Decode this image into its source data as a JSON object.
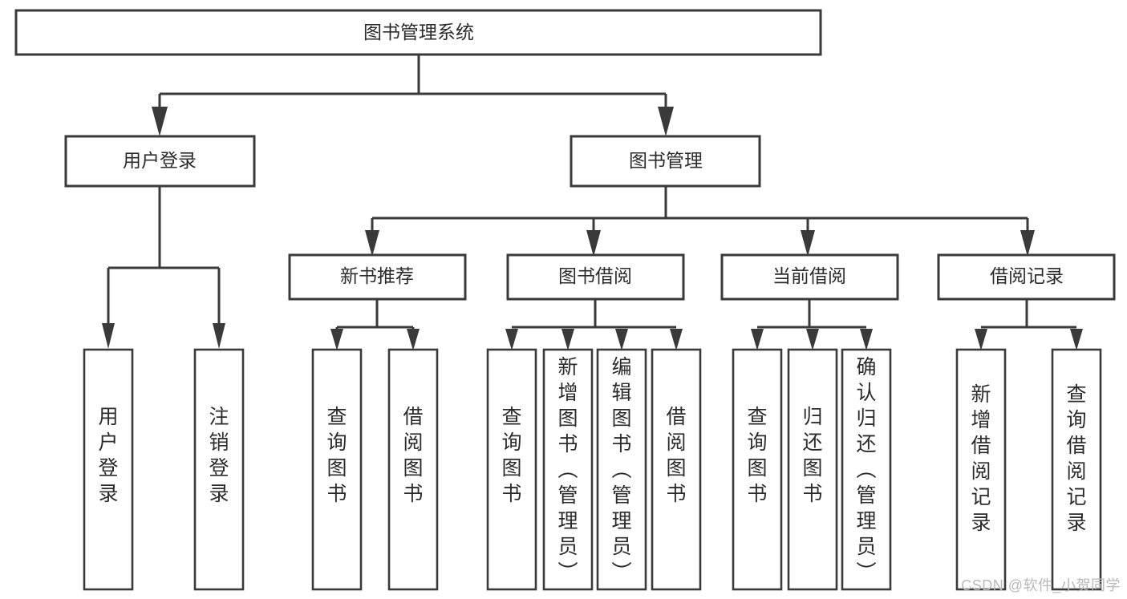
{
  "diagram": {
    "type": "tree-hierarchy",
    "title": "图书管理系统",
    "watermark": "CSDN @软件_小贺同学",
    "colors": {
      "background": "#ffffff",
      "stroke": "#3a3a3a",
      "text": "#2b2b2b",
      "watermark": "#b9b9b9"
    },
    "levels": {
      "root": {
        "label": "图书管理系统"
      },
      "level2": [
        {
          "id": "user-login",
          "label": "用户登录"
        },
        {
          "id": "book-manage",
          "label": "图书管理"
        }
      ],
      "level3": [
        {
          "id": "new-book-recommend",
          "label": "新书推荐",
          "parent": "book-manage"
        },
        {
          "id": "book-borrow",
          "label": "图书借阅",
          "parent": "book-manage"
        },
        {
          "id": "current-borrow",
          "label": "当前借阅",
          "parent": "book-manage"
        },
        {
          "id": "borrow-record",
          "label": "借阅记录",
          "parent": "book-manage"
        }
      ],
      "leaves": {
        "user-login": [
          {
            "id": "leaf-user-login",
            "label": "用户登录"
          },
          {
            "id": "leaf-logout-login",
            "label": "注销登录"
          }
        ],
        "new-book-recommend": [
          {
            "id": "leaf-query-book-1",
            "label": "查询图书"
          },
          {
            "id": "leaf-borrow-book-1",
            "label": "借阅图书"
          }
        ],
        "book-borrow": [
          {
            "id": "leaf-query-book-2",
            "label": "查询图书"
          },
          {
            "id": "leaf-add-book",
            "label": "新增图书（管理员）"
          },
          {
            "id": "leaf-edit-book",
            "label": "编辑图书（管理员）"
          },
          {
            "id": "leaf-borrow-book-2",
            "label": "借阅图书"
          }
        ],
        "current-borrow": [
          {
            "id": "leaf-query-book-3",
            "label": "查询图书"
          },
          {
            "id": "leaf-return-book",
            "label": "归还图书"
          },
          {
            "id": "leaf-confirm-return",
            "label": "确认归还（管理员）"
          }
        ],
        "borrow-record": [
          {
            "id": "leaf-add-record",
            "label": "新增借阅记录"
          },
          {
            "id": "leaf-query-record",
            "label": "查询借阅记录"
          }
        ]
      }
    }
  }
}
